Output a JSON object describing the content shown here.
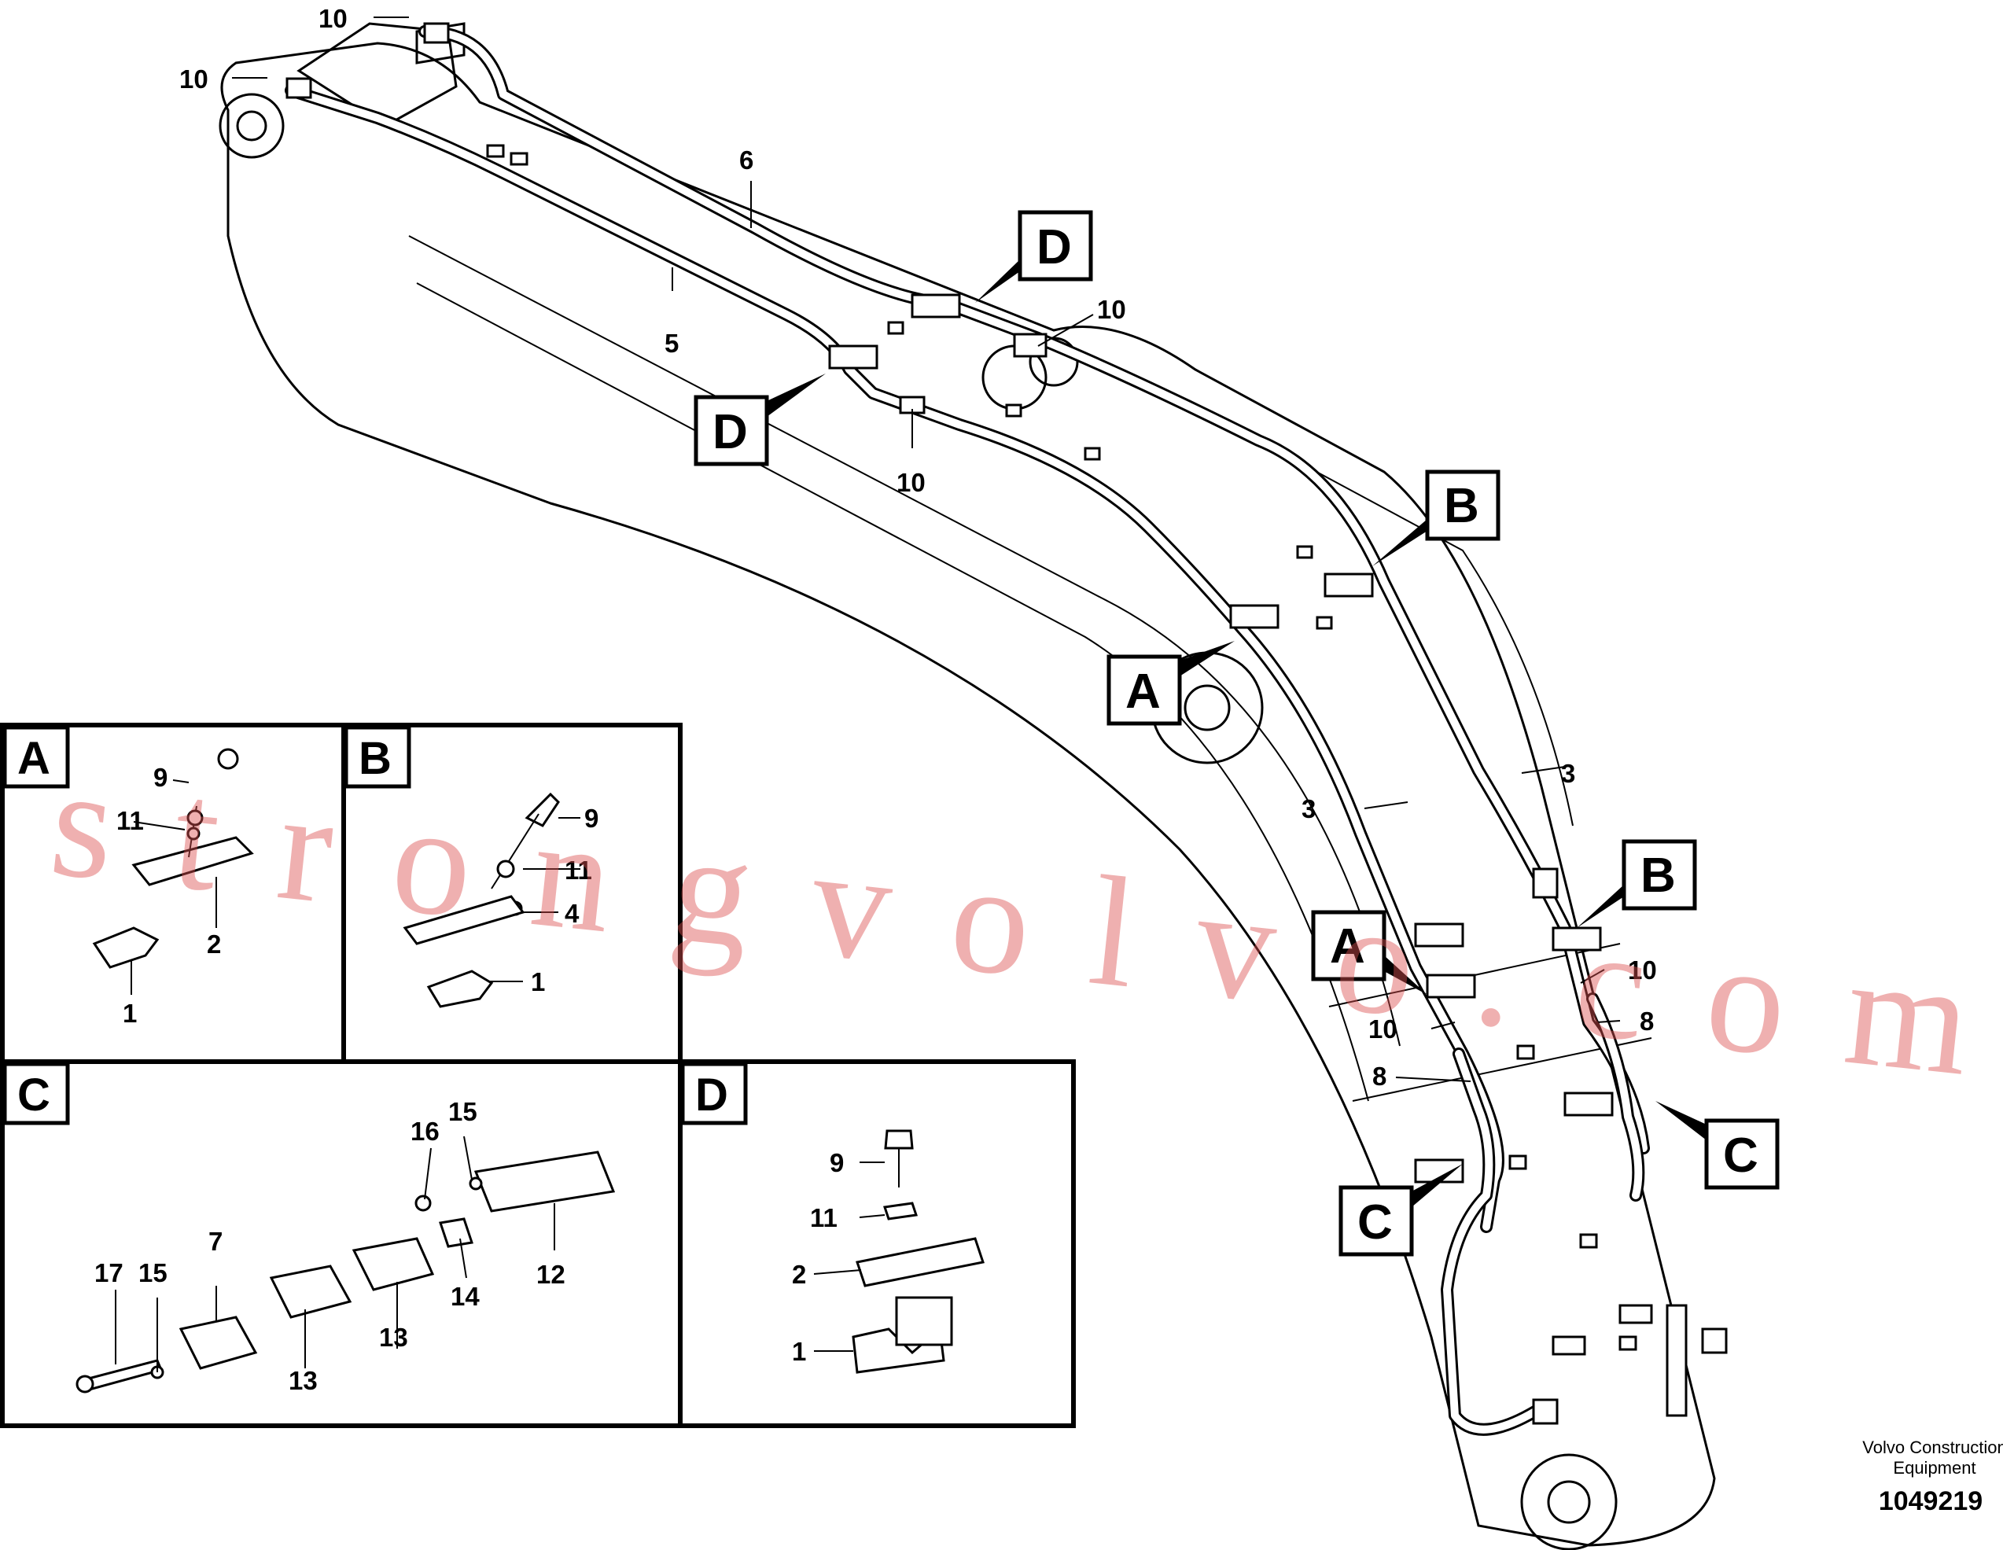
{
  "labels": {
    "ref_1": "1",
    "ref_2": "2",
    "ref_3": "3",
    "ref_4": "4",
    "ref_5": "5",
    "ref_6": "6",
    "ref_7": "7",
    "ref_8": "8",
    "ref_9": "9",
    "ref_10": "10",
    "ref_11": "11",
    "ref_12": "12",
    "ref_13": "13",
    "ref_14": "14",
    "ref_15": "15",
    "ref_16": "16",
    "ref_17": "17"
  },
  "detail_views": {
    "a": "A",
    "b": "B",
    "c": "C",
    "d": "D"
  },
  "watermark": "strongvolvo.com",
  "credit": {
    "line1": "Volvo Construction",
    "line2": "Equipment"
  },
  "document_number": "1049219"
}
